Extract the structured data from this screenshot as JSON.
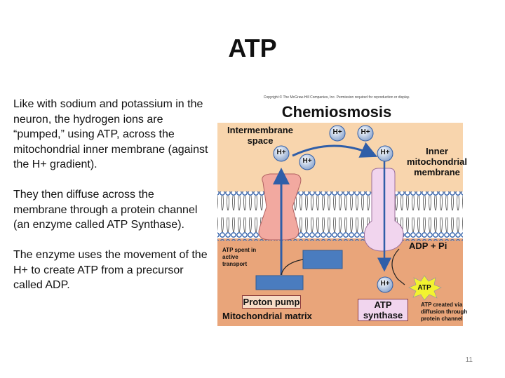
{
  "slide": {
    "title": "ATP",
    "paragraphs": [
      "Like with sodium and potassium in the neuron, the hydrogen ions are “pumped,” using ATP, across the mitochondrial inner membrane (against the H+ gradient).",
      "They then diffuse across the membrane through a protein channel (an enzyme called ATP Synthase).",
      "The  enzyme uses the movement of the H+ to create ATP from a precursor called ADP."
    ],
    "page_number": "11"
  },
  "diagram": {
    "copyright": "Copyright © The McGraw-Hill Companies, Inc. Permission required for reproduction or display.",
    "title": "Chemiosmosis",
    "intermembrane_label": "Intermembrane space",
    "inner_membrane_label": "Inner mitochondrial membrane",
    "proton": "H+",
    "adp_label": "ADP + Pi",
    "atp_label": "ATP",
    "atp_spent": "ATP spent in active transport",
    "atp_created": "ATP created via diffusion through protein channel",
    "proton_pump": "Proton pump",
    "matrix_label": "Mitochondrial matrix",
    "atp_synthase": "ATP synthase",
    "colors": {
      "intermembrane": "#f8d5ad",
      "matrix": "#e9a57a",
      "arrow": "#2f5ea8"
    }
  }
}
